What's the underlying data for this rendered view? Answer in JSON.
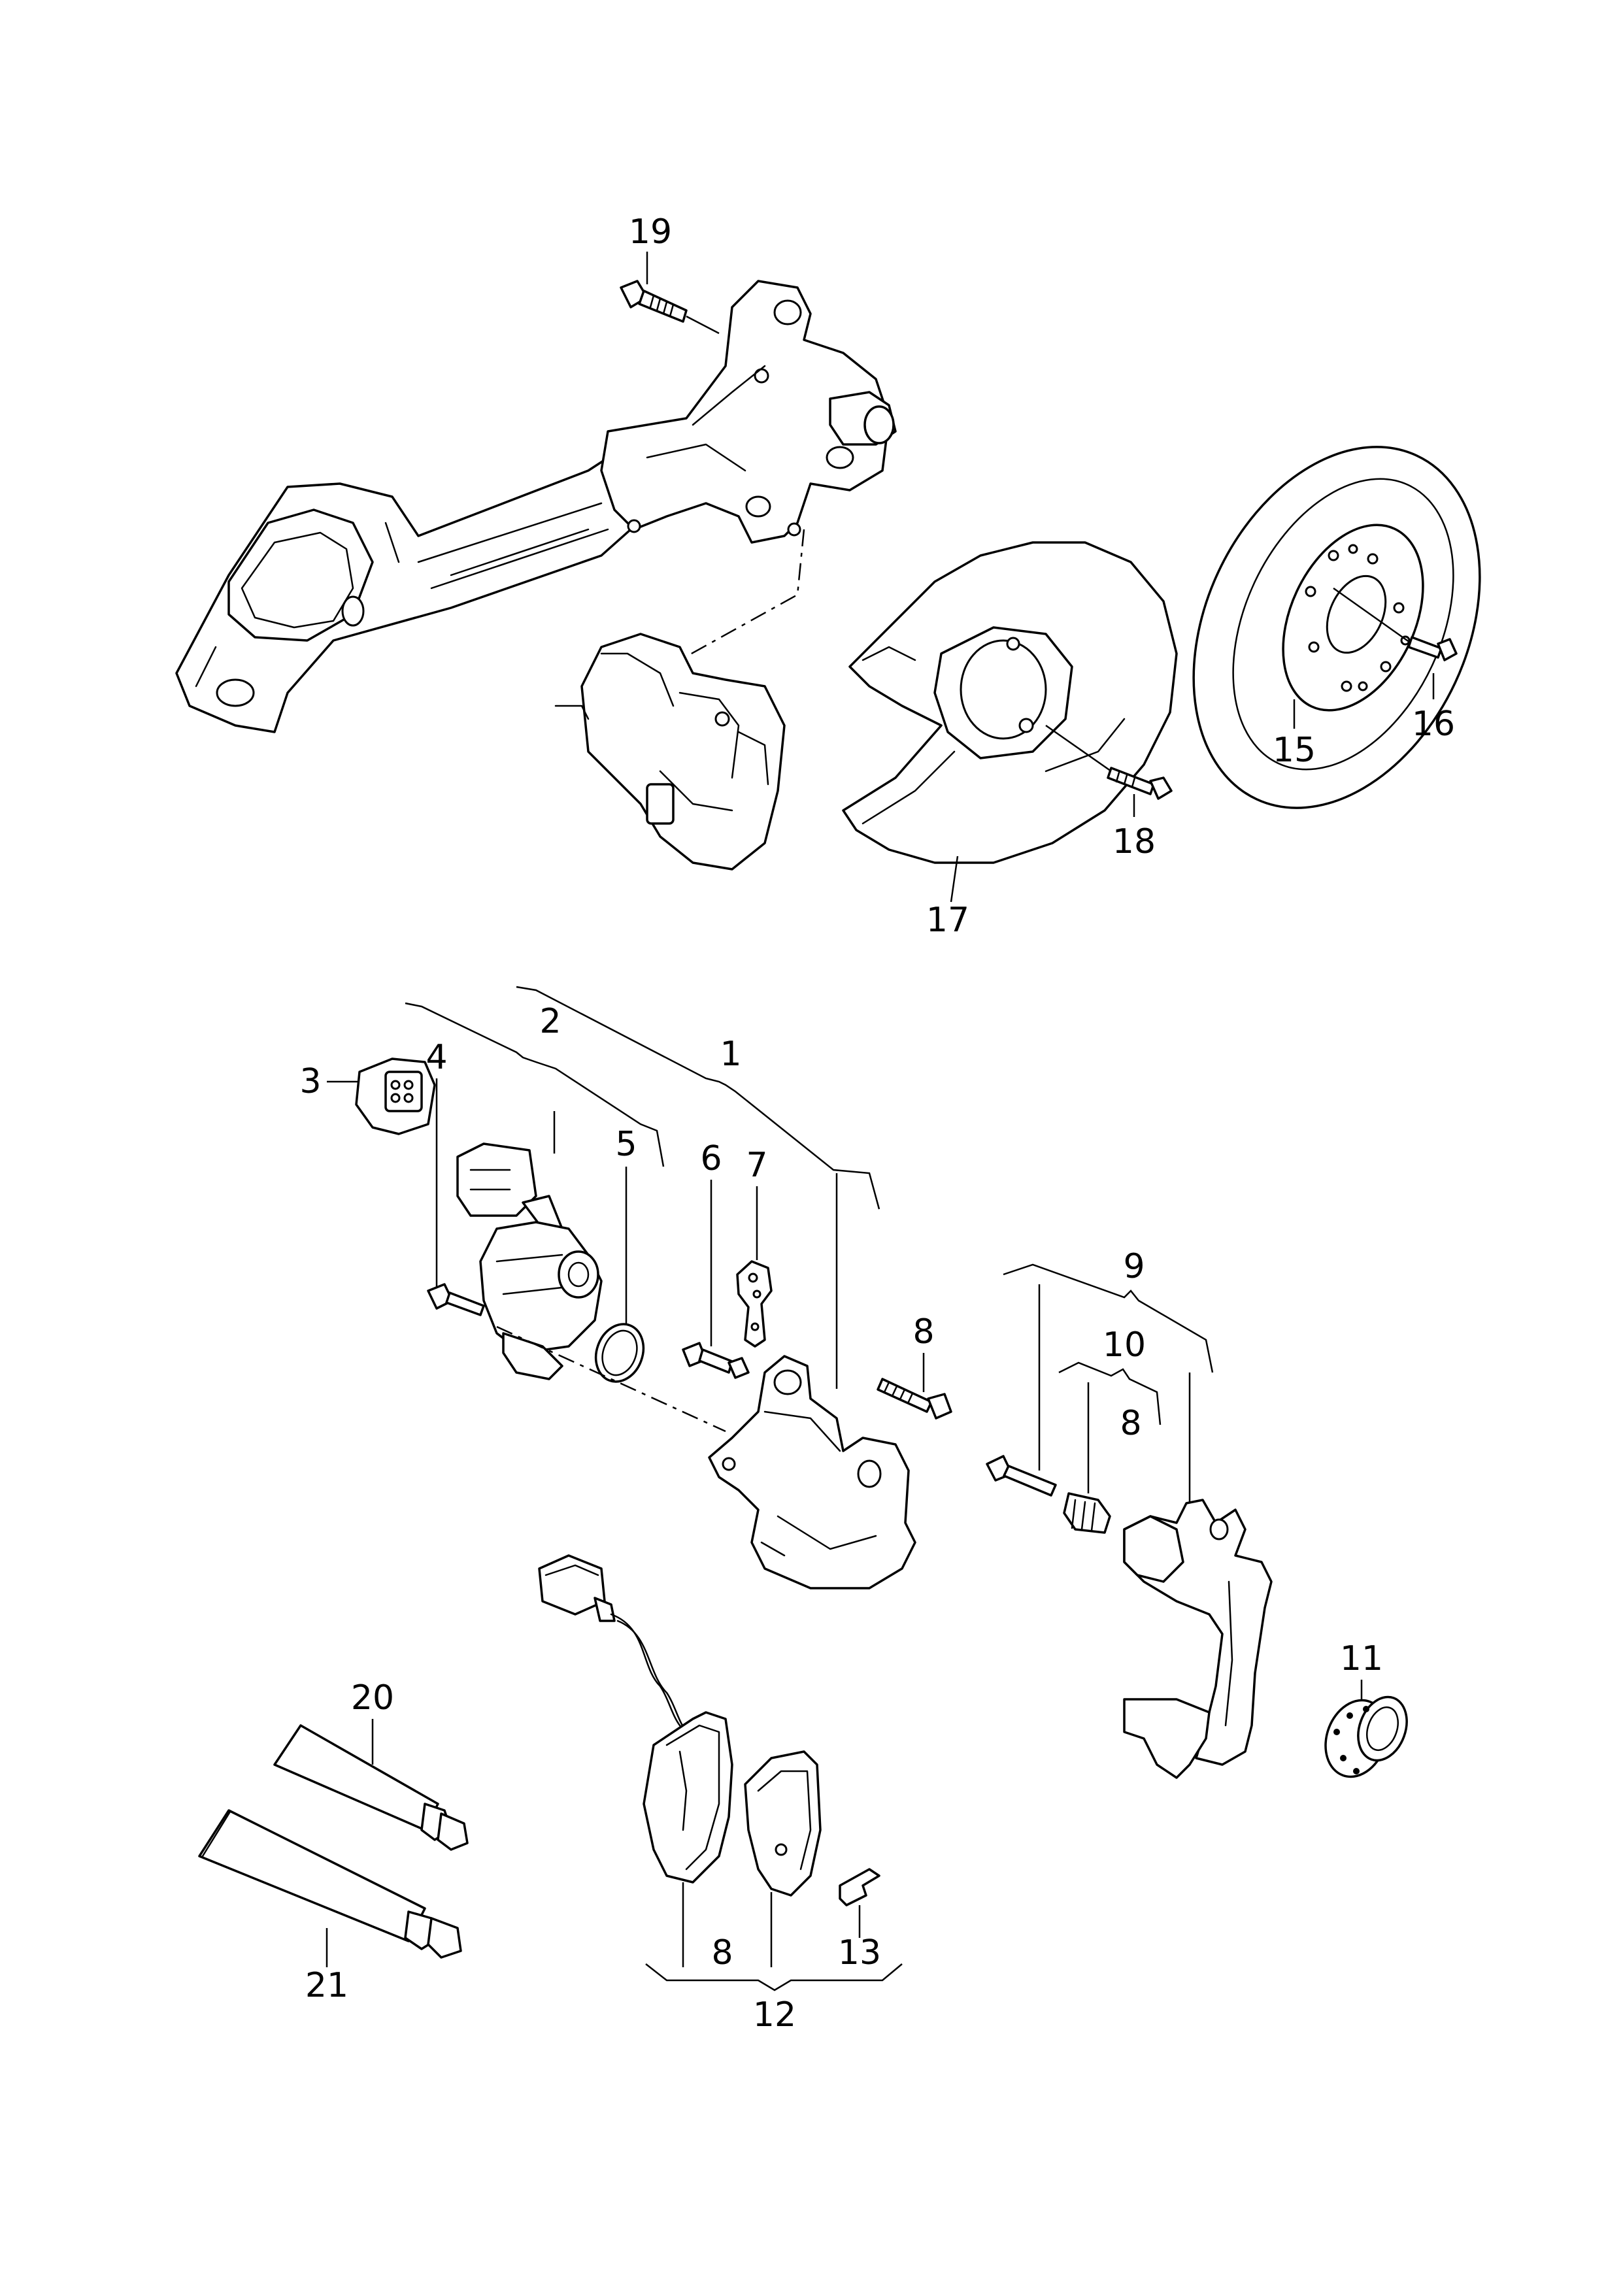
{
  "labels": {
    "p1": "1",
    "p2": "2",
    "p3": "3",
    "p4": "4",
    "p5": "5",
    "p6": "6",
    "p7": "7",
    "p8a": "8",
    "p8b": "8",
    "p8c": "8",
    "p9": "9",
    "p10": "10",
    "p11": "11",
    "p12": "12",
    "p13": "13",
    "p15": "15",
    "p16": "16",
    "p17": "17",
    "p18": "18",
    "p19": "19",
    "p20": "20",
    "p21": "21"
  }
}
